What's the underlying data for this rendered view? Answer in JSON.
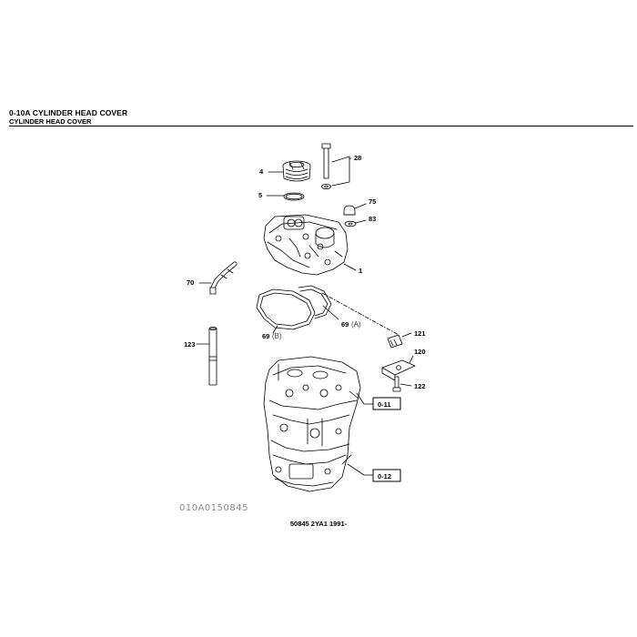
{
  "header": {
    "section_title": "0-10A  CYLINDER HEAD COVER",
    "subtitle": "CYLINDER HEAD COVER"
  },
  "parts": {
    "p1": "1",
    "p4": "4",
    "p5": "5",
    "p28": "28",
    "p75": "75",
    "p83": "83",
    "p70": "70",
    "p69a": "69",
    "p69a_suffix": "(A)",
    "p69b": "69",
    "p69b_suffix": "(B)",
    "p123": "123",
    "p121": "121",
    "p120": "120",
    "p122": "122"
  },
  "references": {
    "ref1": "0-11",
    "ref2": "0-12"
  },
  "figure_id": "010A0150845",
  "footer": "50845 2YA1 1991-"
}
